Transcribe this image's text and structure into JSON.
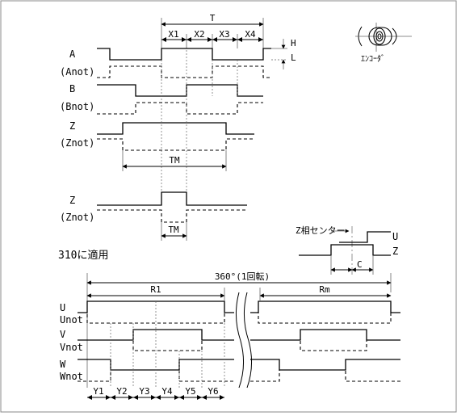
{
  "top": {
    "period": "T",
    "segments": [
      "X1",
      "X2",
      "X3",
      "X4"
    ],
    "level_high": "H",
    "level_low": "L",
    "encoder_label": "ｴﾝｺｰﾀﾞ",
    "signals": [
      {
        "name": "A",
        "complement": "(Anot)"
      },
      {
        "name": "B",
        "complement": "(Bnot)"
      },
      {
        "name": "Z",
        "complement": "(Znot)"
      }
    ],
    "tm": "TM",
    "z_short": {
      "name": "Z",
      "complement": "(Znot)",
      "tm": "TM"
    }
  },
  "phase_center": {
    "label": "Z相センター",
    "u": "U",
    "z": "Z",
    "c": "C"
  },
  "applies_to": "310に適用",
  "bottom": {
    "rotation": "360°(1回転)",
    "r1": "R1",
    "rm": "Rm",
    "signals": [
      {
        "name": "U",
        "complement": "Unot"
      },
      {
        "name": "V",
        "complement": "Vnot"
      },
      {
        "name": "W",
        "complement": "Wnot"
      }
    ],
    "segments": [
      "Y1",
      "Y2",
      "Y3",
      "Y4",
      "Y5",
      "Y6"
    ]
  }
}
